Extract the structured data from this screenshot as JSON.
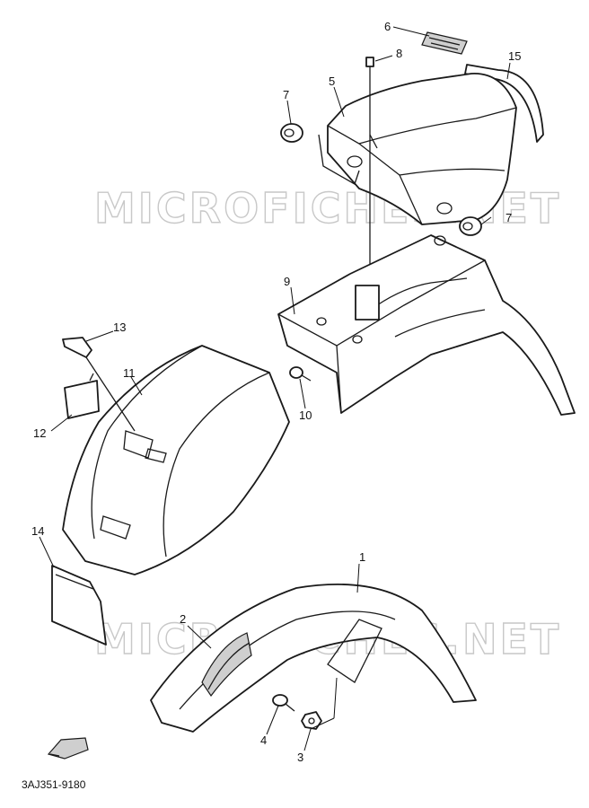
{
  "diagram": {
    "watermark": "MICROFICHES.NET",
    "part_code": "3AJ351-9180",
    "callouts": [
      {
        "id": "c1",
        "label": "1"
      },
      {
        "id": "c2",
        "label": "2"
      },
      {
        "id": "c3",
        "label": "3"
      },
      {
        "id": "c4",
        "label": "4"
      },
      {
        "id": "c5",
        "label": "5"
      },
      {
        "id": "c6",
        "label": "6"
      },
      {
        "id": "c7a",
        "label": "7"
      },
      {
        "id": "c7b",
        "label": "7"
      },
      {
        "id": "c8",
        "label": "8"
      },
      {
        "id": "c9",
        "label": "9"
      },
      {
        "id": "c10",
        "label": "10"
      },
      {
        "id": "c11",
        "label": "11"
      },
      {
        "id": "c12",
        "label": "12"
      },
      {
        "id": "c13",
        "label": "13"
      },
      {
        "id": "c14",
        "label": "14"
      },
      {
        "id": "c15",
        "label": "15"
      }
    ]
  }
}
